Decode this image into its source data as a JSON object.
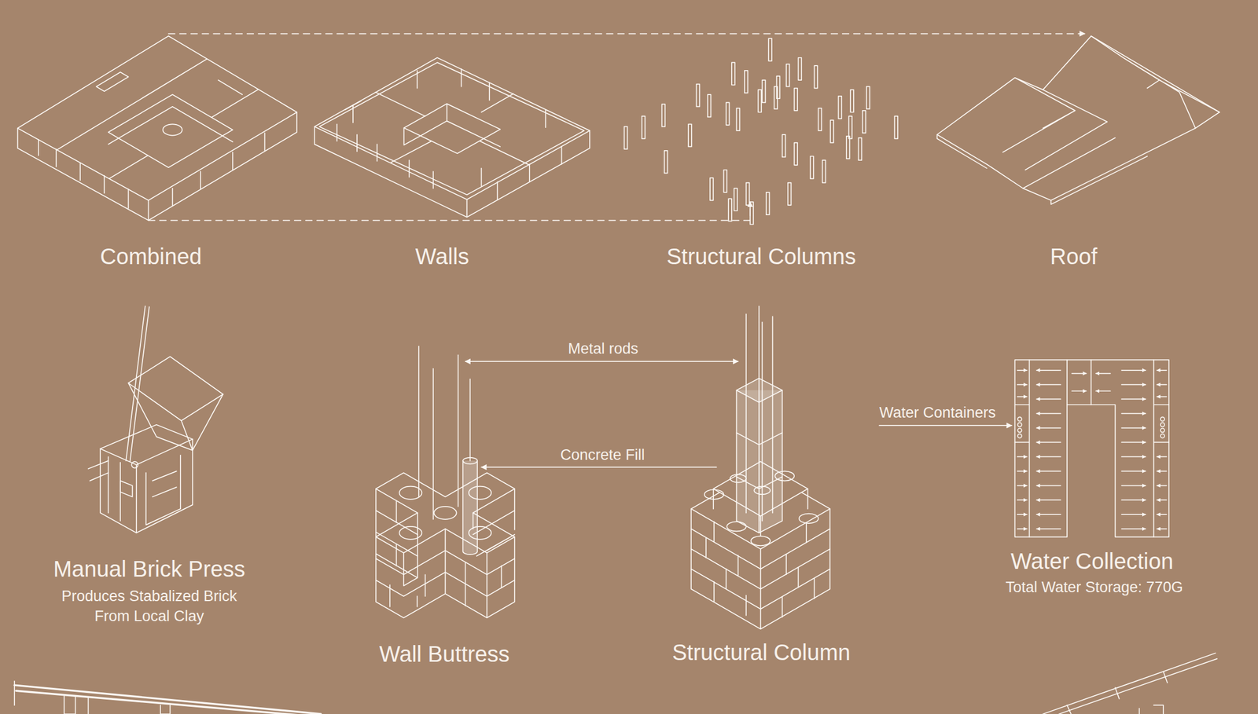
{
  "diagram": {
    "labels": [
      "Combined",
      "Walls",
      "Structural Columns",
      "Roof",
      "Manual Brick Press",
      "Produces Stabalized Brick From Local Clay",
      "Metal rods",
      "Concrete Fill",
      "Wall Buttress",
      "Structural Column",
      "Water Containers",
      "Water Collection",
      "Total Water Storage: 770G"
    ]
  }
}
